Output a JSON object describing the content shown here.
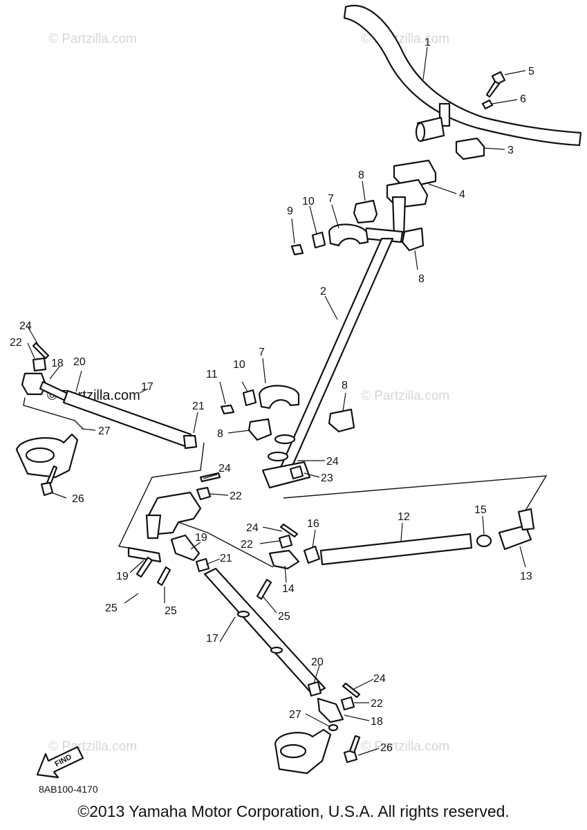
{
  "diagram": {
    "part_code": "8AB100-4170",
    "copyright": "©2013  Yamaha Motor Corporation, U.S.A. All rights reserved.",
    "find_label": "FIND",
    "watermark_faint": "© Partzilla.com",
    "watermark_dark": "© Partzilla.com"
  },
  "callouts": [
    "1",
    "2",
    "3",
    "4",
    "5",
    "6",
    "7",
    "7",
    "8",
    "8",
    "8",
    "8",
    "9",
    "10",
    "10",
    "11",
    "12",
    "13",
    "14",
    "15",
    "16",
    "17",
    "17",
    "18",
    "18",
    "19",
    "19",
    "20",
    "20",
    "21",
    "21",
    "22",
    "22",
    "22",
    "22",
    "23",
    "24",
    "24",
    "24",
    "24",
    "24",
    "25",
    "25",
    "25",
    "26",
    "26",
    "27",
    "27"
  ]
}
